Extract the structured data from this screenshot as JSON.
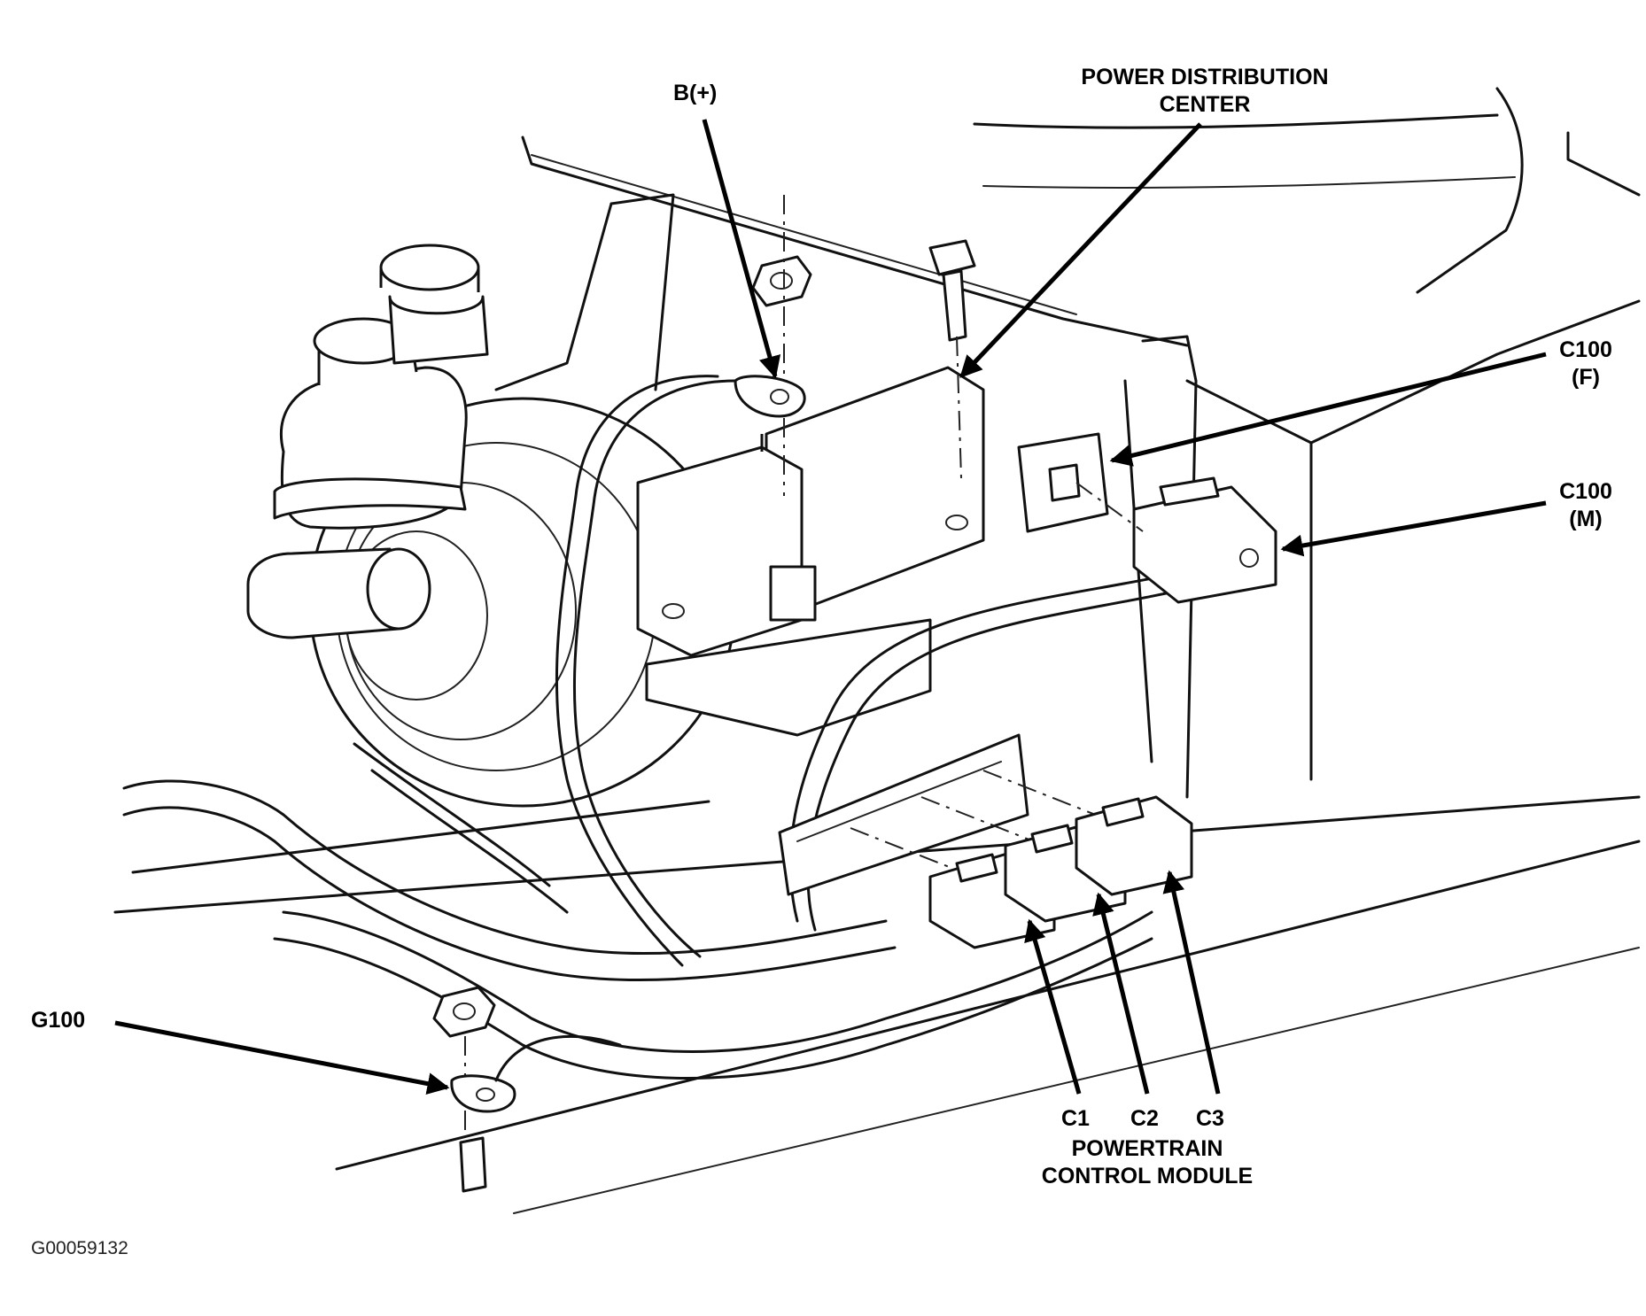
{
  "labels": {
    "b_plus": "B(+)",
    "pdc_line1": "POWER DISTRIBUTION",
    "pdc_line2": "CENTER",
    "c100f_line1": "C100",
    "c100f_line2": "(F)",
    "c100m_line1": "C100",
    "c100m_line2": "(M)",
    "g100": "G100",
    "c1": "C1",
    "c2": "C2",
    "c3": "C3",
    "pcm_line1": "POWERTRAIN",
    "pcm_line2": "CONTROL MODULE"
  },
  "figure_id": "G00059132"
}
